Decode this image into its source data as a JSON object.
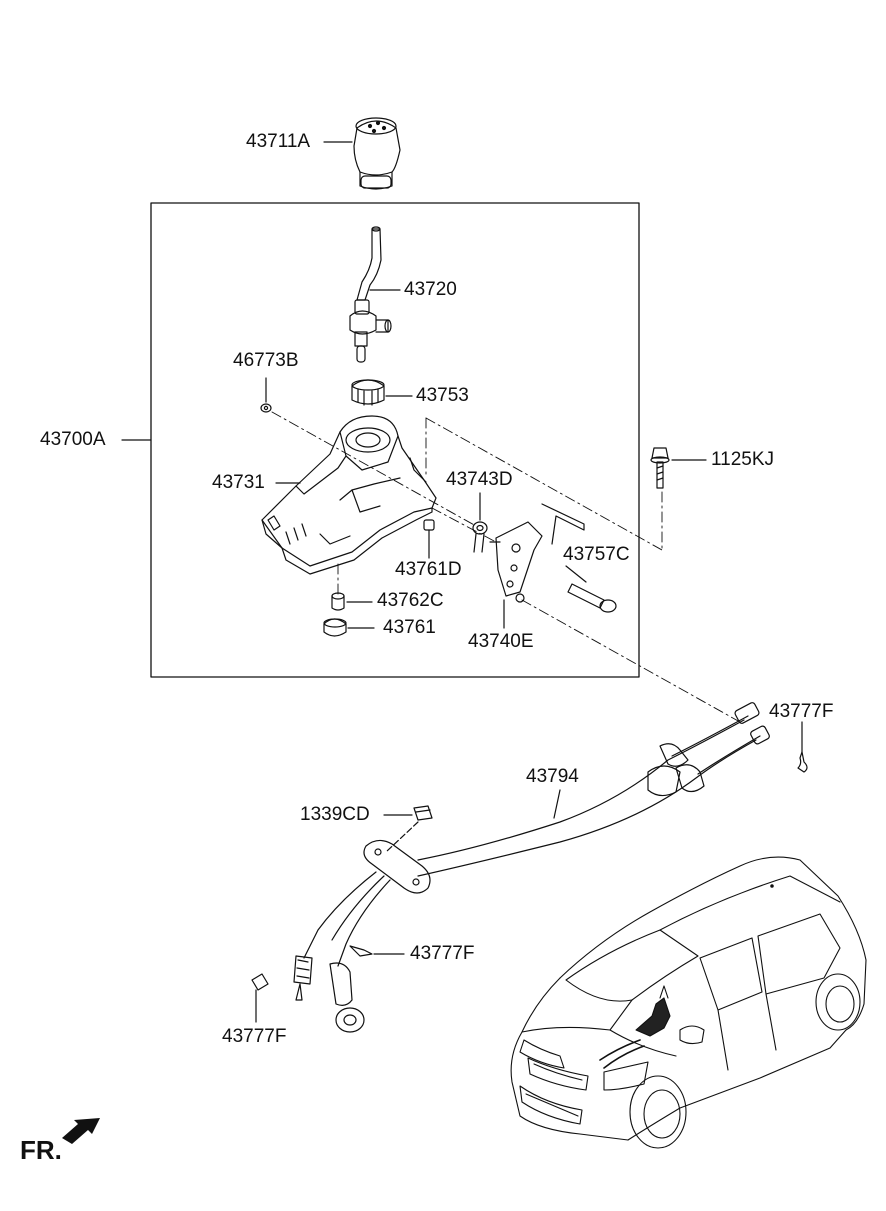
{
  "callouts": [
    {
      "key": "knob",
      "text": "43711A"
    },
    {
      "key": "lever",
      "text": "43720"
    },
    {
      "key": "bushing_b",
      "text": "46773B"
    },
    {
      "key": "cap",
      "text": "43753"
    },
    {
      "key": "assembly",
      "text": "43700A"
    },
    {
      "key": "bolt",
      "text": "1125KJ"
    },
    {
      "key": "housing",
      "text": "43731"
    },
    {
      "key": "clip_d",
      "text": "43743D"
    },
    {
      "key": "pin_c",
      "text": "43757C"
    },
    {
      "key": "bushing_d",
      "text": "43761D"
    },
    {
      "key": "collar_c",
      "text": "43762C"
    },
    {
      "key": "bushing",
      "text": "43761"
    },
    {
      "key": "bracket_e",
      "text": "43740E"
    },
    {
      "key": "clip_f_top",
      "text": "43777F"
    },
    {
      "key": "cable",
      "text": "43794"
    },
    {
      "key": "grommet",
      "text": "1339CD"
    },
    {
      "key": "clip_f_mid",
      "text": "43777F"
    },
    {
      "key": "clip_f_low",
      "text": "43777F"
    }
  ],
  "front_indicator": {
    "text": "FR."
  },
  "colors": {
    "line": "#111111",
    "paper": "#ffffff",
    "fill_dark": "#222222"
  }
}
